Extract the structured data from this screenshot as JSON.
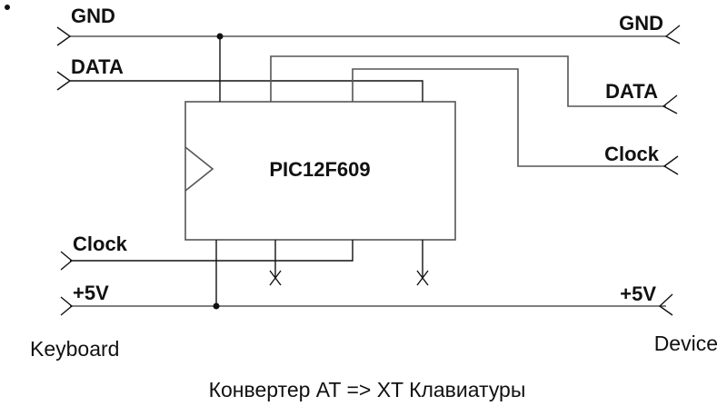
{
  "chip": {
    "label": "PIC12F609"
  },
  "left_signals": {
    "gnd": "GND",
    "data": "DATA",
    "clock": "Clock",
    "vcc": "+5V"
  },
  "right_signals": {
    "gnd": "GND",
    "data": "DATA",
    "clock": "Clock",
    "vcc": "+5V"
  },
  "left_side_label": "Keyboard",
  "right_side_label": "Device",
  "caption": "Конвертер AT => XT  Клавиатуры"
}
